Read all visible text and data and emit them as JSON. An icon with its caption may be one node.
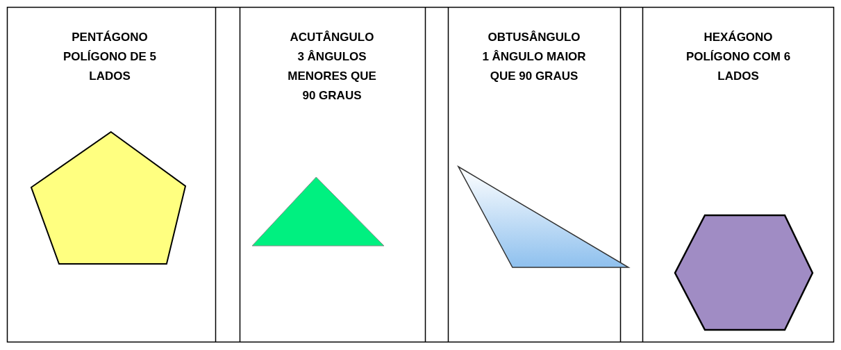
{
  "diagram": {
    "nodes": [
      {
        "text": [],
        "shape": "pentagon"
      },
      {
        "text": [],
        "shape": "triangle"
      },
      {
        "text": [],
        "shape": "triangle"
      },
      {
        "text": [],
        "shape": "hexagon"
      }
    ],
    "labels": [
      "PENTÁGONO",
      "POLÍGONO DE 5 LADOS",
      "ACUTÂNGULO",
      "3 ÂNGULOS MENORES QUE 90 GRAUS",
      "OBTUSÂNGULO",
      "1 ÂNGULO MAIOR QUE 90 GRAUS",
      "HEXÁGONO",
      "POLÍGONO COM 6 LADOS"
    ]
  }
}
